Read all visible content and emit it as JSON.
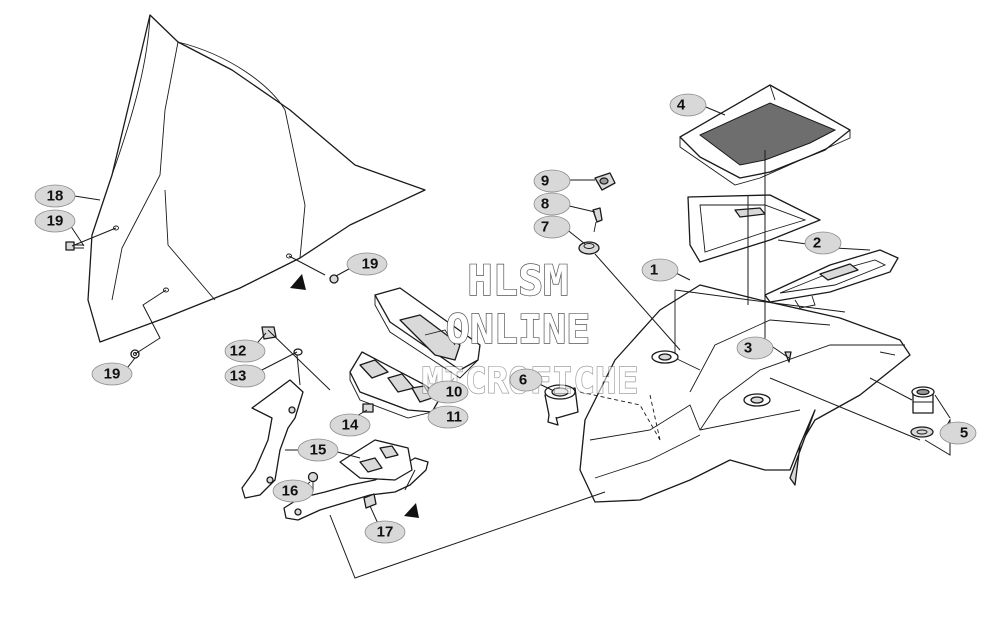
{
  "watermark": {
    "line1": "HLSM",
    "line2": "ONLINE",
    "line3": "MICROFICHE"
  },
  "callouts": [
    {
      "id": "c1",
      "label": "1"
    },
    {
      "id": "c2",
      "label": "2"
    },
    {
      "id": "c3",
      "label": "3"
    },
    {
      "id": "c4",
      "label": "4"
    },
    {
      "id": "c5",
      "label": "5"
    },
    {
      "id": "c6",
      "label": "6"
    },
    {
      "id": "c7",
      "label": "7"
    },
    {
      "id": "c8",
      "label": "8"
    },
    {
      "id": "c9",
      "label": "9"
    },
    {
      "id": "c10",
      "label": "10"
    },
    {
      "id": "c11",
      "label": "11"
    },
    {
      "id": "c12",
      "label": "12"
    },
    {
      "id": "c13",
      "label": "13"
    },
    {
      "id": "c14",
      "label": "14"
    },
    {
      "id": "c15",
      "label": "15"
    },
    {
      "id": "c16",
      "label": "16"
    },
    {
      "id": "c17",
      "label": "17"
    },
    {
      "id": "c18",
      "label": "18"
    },
    {
      "id": "c19a",
      "label": "19"
    },
    {
      "id": "c19b",
      "label": "19"
    },
    {
      "id": "c19c",
      "label": "19"
    }
  ]
}
